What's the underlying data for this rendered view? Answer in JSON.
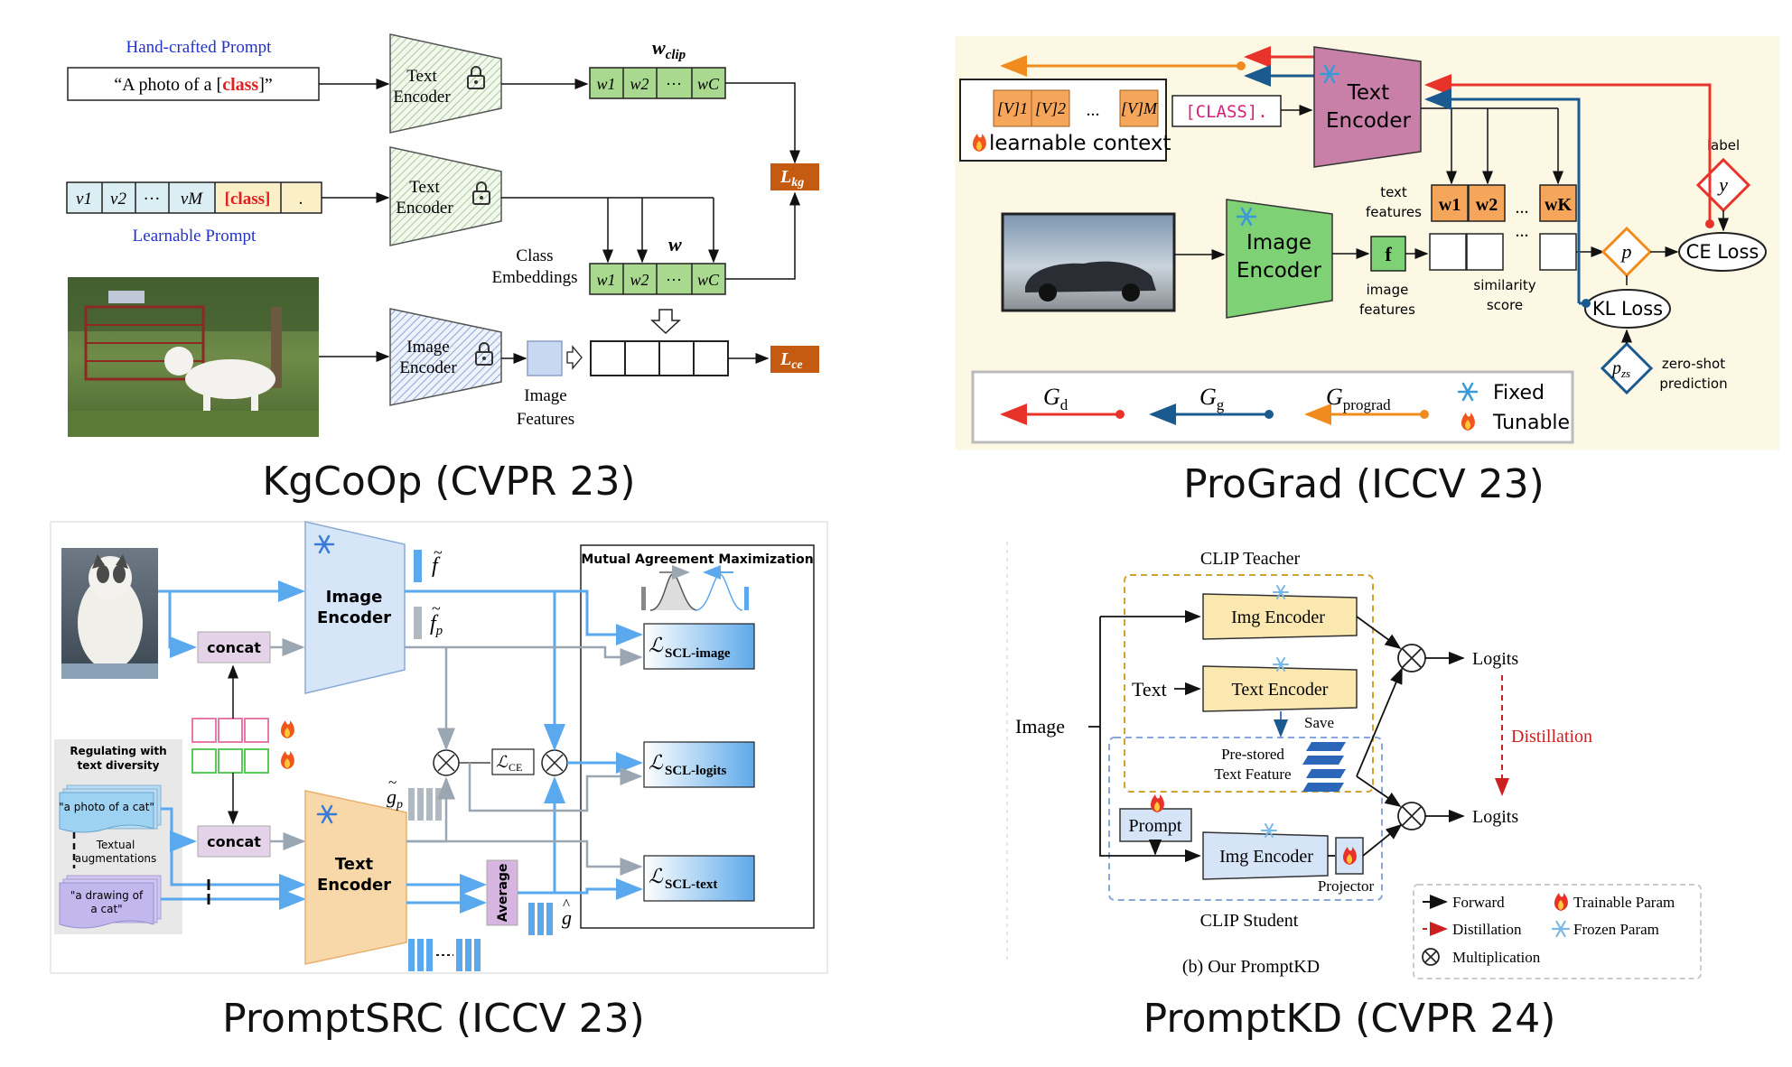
{
  "captions": {
    "kgcoop": "KgCoOp (CVPR 23)",
    "prograd": "ProGrad (ICCV 23)",
    "promptsrc": "PromptSRC (ICCV 23)",
    "promptkd": "PromptKD (CVPR 24)"
  },
  "kgcoop": {
    "handcrafted_label": "Hand-crafted Prompt",
    "prompt_text_pre": "“A photo of a [",
    "prompt_class": "class",
    "prompt_text_post": "]”",
    "text_encoder": [
      "Text",
      "Encoder"
    ],
    "image_encoder": [
      "Image",
      "Encoder"
    ],
    "w_clip": "w",
    "w_clip_sub": "clip",
    "w_label": "w",
    "cells_top": [
      "w1",
      "w2",
      "···",
      "wC"
    ],
    "learnable_cells": [
      "v1",
      "v2",
      "···",
      "vM",
      "[class]",
      "."
    ],
    "learnable_label": "Learnable Prompt",
    "class_embeddings": [
      "Class",
      "Embeddings"
    ],
    "image_features": [
      "Image",
      "Features"
    ],
    "loss_kg": "L",
    "loss_kg_sub": "kg",
    "loss_ce": "L",
    "loss_ce_sub": "ce"
  },
  "prograd": {
    "text_encoder": [
      "Text",
      "Encoder"
    ],
    "image_encoder": [
      "Image",
      "Encoder"
    ],
    "context_cells": [
      "[V]1",
      "[V]2",
      "...",
      "[V]M"
    ],
    "class_token": "[CLASS].",
    "learnable_context": "learnable context",
    "text_features": [
      "text",
      "features"
    ],
    "image_features": [
      "image",
      "features"
    ],
    "similarity_score": [
      "similarity",
      "score"
    ],
    "f_label": "f",
    "w_cells": [
      "w1",
      "w2",
      "...",
      "wK"
    ],
    "p": "p",
    "p_zs": "p",
    "p_zs_sub": "zs",
    "y": "y",
    "label": "label",
    "ce_loss": "CE Loss",
    "kl_loss": "KL Loss",
    "zero_shot": [
      "zero-shot",
      "prediction"
    ],
    "legend": {
      "gd": "G",
      "gd_sub": "d",
      "gg": "G",
      "gg_sub": "g",
      "gp": "G",
      "gp_sub": "prograd",
      "fixed": "Fixed",
      "tunable": "Tunable"
    },
    "colors": {
      "red": "#e8332a",
      "blue": "#1b5a8e",
      "orange": "#f08c1e",
      "pink": "#c980a8",
      "green": "#7fd175",
      "bg": "#fdf8e4"
    }
  },
  "promptsrc": {
    "image_encoder": [
      "Image",
      "Encoder"
    ],
    "text_encoder": [
      "Text",
      "Encoder"
    ],
    "concat": "concat",
    "regulating": [
      "Regulating with",
      "text diversity"
    ],
    "doc1": "\"a photo of a cat\"",
    "textual_aug": [
      "Textual",
      "augmentations"
    ],
    "doc2": [
      "\"a drawing of",
      "a cat\""
    ],
    "average": "Average",
    "mutual": "Mutual Agreement Maximization",
    "scl_image": "SCL-image",
    "scl_logits": "SCL-logits",
    "scl_text": "SCL-text",
    "l_ce": "CE",
    "f_tilde": "f",
    "f_p": "f",
    "g_p": "g",
    "g_hat": "g"
  },
  "promptkd": {
    "teacher": "CLIP Teacher",
    "student": "CLIP Student",
    "img_encoder": "Img Encoder",
    "text_encoder": "Text Encoder",
    "text": "Text",
    "image": "Image",
    "save": "Save",
    "prestored": [
      "Pre-stored",
      "Text Feature"
    ],
    "prompt": "Prompt",
    "projector": "Projector",
    "logits": "Logits",
    "distillation": "Distillation",
    "subcaption": "(b) Our PromptKD",
    "legend": {
      "forward": "Forward",
      "distill": "Distillation",
      "mult": "Multiplication",
      "trainable": "Trainable Param",
      "frozen": "Frozen Param"
    }
  }
}
